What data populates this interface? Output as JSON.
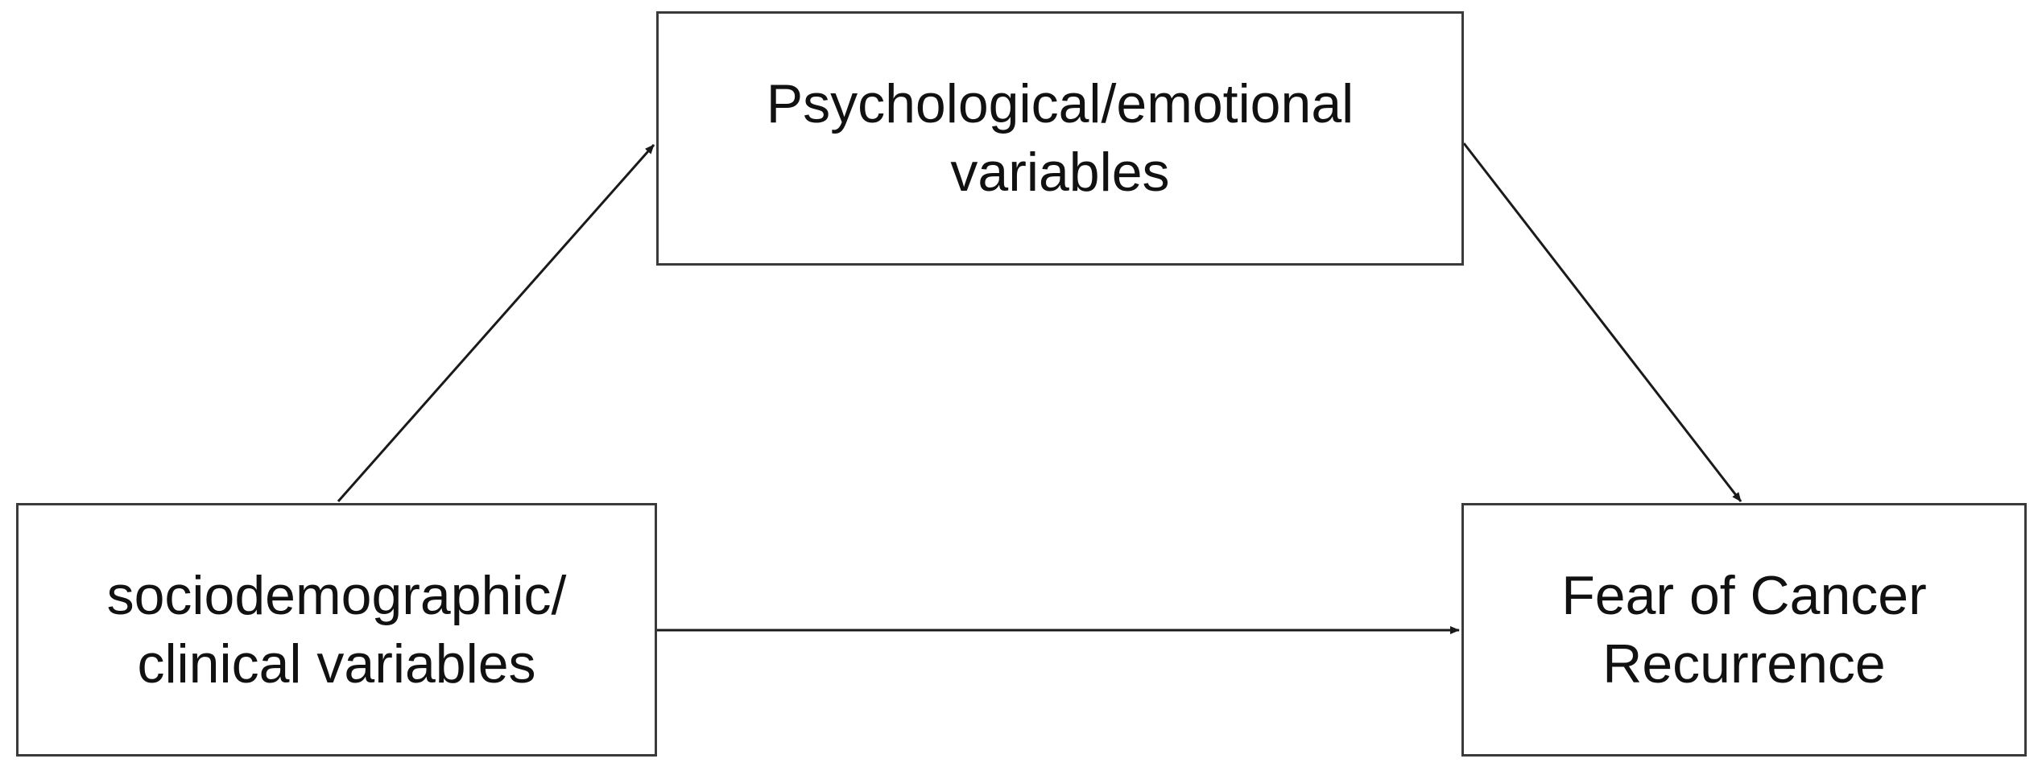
{
  "diagram": {
    "nodes": {
      "psychological": {
        "line1": "Psychological/emotional",
        "line2": "variables"
      },
      "sociodemographic": {
        "line1": "sociodemographic/",
        "line2": "clinical variables"
      },
      "fcr": {
        "line1": "Fear of Cancer",
        "line2": "Recurrence"
      }
    },
    "edges": [
      {
        "from": "sociodemographic",
        "to": "psychological"
      },
      {
        "from": "psychological",
        "to": "fcr"
      },
      {
        "from": "sociodemographic",
        "to": "fcr"
      }
    ],
    "colors": {
      "line": "#1a1a1a",
      "border": "#3a3a3a",
      "text": "#111111"
    }
  }
}
